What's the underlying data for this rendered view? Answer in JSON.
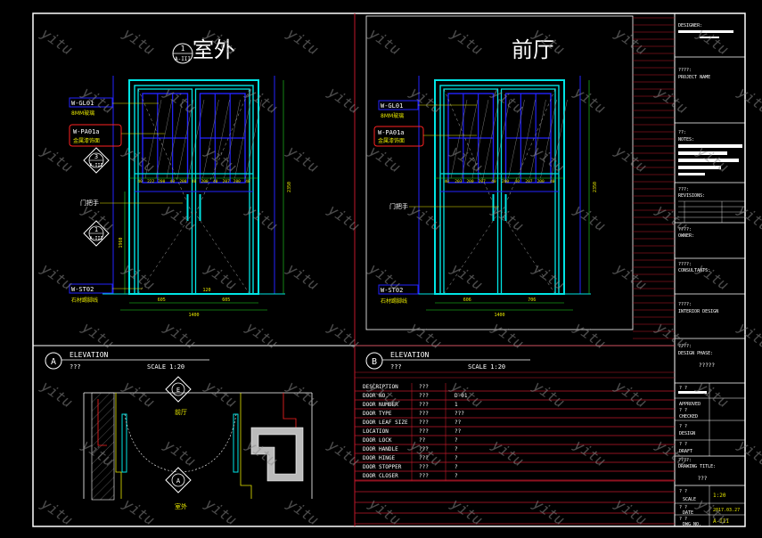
{
  "colors": {
    "background": "#000000",
    "frame": "#ffffff",
    "grid": "#c0182a",
    "door": "#00e5e5",
    "glass": "#2323ff",
    "dimension": "#22dd22",
    "tag": "#e8e800",
    "tag_red": "#ff2222",
    "watermark": "#8a8a8a"
  },
  "watermark": "yitu",
  "elevations": [
    {
      "heading": "室外",
      "section_marker": {
        "number": "1",
        "sheet": "A-III"
      },
      "tags": [
        {
          "code": "W-GL01",
          "desc": "8MM玻璃"
        },
        {
          "code": "W-PA01a",
          "desc": "金属漆饰面"
        },
        {
          "code": "门把手",
          "desc": ""
        },
        {
          "code": "W-ST02",
          "desc": "石材踢脚线"
        }
      ],
      "markers": [
        {
          "number": "3",
          "sheet": "A-III"
        },
        {
          "number": "1",
          "sheet": "A-III"
        }
      ],
      "dims": {
        "total_width": "1400",
        "left_leaf": "605",
        "right_leaf": "605",
        "height": "2350",
        "lower": "1960",
        "gap": "120"
      },
      "mullion_dims": [
        "40",
        "222",
        "200",
        "40",
        "200",
        "40",
        "200",
        "40",
        "207",
        "200",
        "40"
      ],
      "title": {
        "letter": "A",
        "label": "ELEVATION",
        "sub": "???",
        "scale": "SCALE 1:20"
      }
    },
    {
      "heading": "前厅",
      "tags": [
        {
          "code": "W-GL01",
          "desc": "8MM玻璃"
        },
        {
          "code": "W-PA01a",
          "desc": "金属漆饰面"
        },
        {
          "code": "门把手",
          "desc": ""
        },
        {
          "code": "W-ST02",
          "desc": "石材踢脚线"
        }
      ],
      "dims": {
        "total_width": "1400",
        "left_leaf": "606",
        "right_leaf": "706",
        "height": "2350"
      },
      "mullion_dims": [
        "40",
        "203",
        "200",
        "207",
        "40",
        "200",
        "40",
        "207",
        "200",
        "40"
      ],
      "title": {
        "letter": "B",
        "label": "ELEVATION",
        "sub": "???",
        "scale": "SCALE 1:20"
      }
    }
  ],
  "plan": {
    "marker_top": "E",
    "marker_bottom": "A",
    "label_top": "前厅",
    "label_bottom": "室外"
  },
  "schedule": {
    "rows": [
      {
        "label": "DESCRIPTION",
        "col1": "???",
        "col2": ""
      },
      {
        "label": "DOOR NO.",
        "col1": "???",
        "col2": "D-01"
      },
      {
        "label": "DOOR NUMBER",
        "col1": "???",
        "col2": "1"
      },
      {
        "label": "DOOR TYPE",
        "col1": "???",
        "col2": "???"
      },
      {
        "label": "DOOR LEAF SIZE",
        "col1": "???",
        "col2": "??"
      },
      {
        "label": "LOCATION",
        "col1": "???",
        "col2": "??"
      },
      {
        "label": "DOOR LOCK",
        "col1": "??",
        "col2": "?"
      },
      {
        "label": "DOOR HANDLE",
        "col1": "???",
        "col2": "?"
      },
      {
        "label": "DOOR HINGE",
        "col1": "???",
        "col2": "?"
      },
      {
        "label": "DOOR STOPPER",
        "col1": "???",
        "col2": "?"
      },
      {
        "label": "DOOR CLOSER",
        "col1": "???",
        "col2": "?"
      }
    ]
  },
  "titleblock": {
    "designer": "DESIGNER:",
    "project_code": "????:",
    "project_name": "PROJECT NAME",
    "notes_code": "??:",
    "notes": "NOTES:",
    "revisions_code": "???:",
    "revisions": "REVISIONS:",
    "owner_code": "????:",
    "owner": "OWNER:",
    "consultants_code": "????:",
    "consultants": "CONSULTANTS:",
    "interior_code": "????:",
    "interior": "INTERIOR DESIGN",
    "design_phase_code": "????:",
    "design_phase": "DESIGN PHASE:",
    "design_phase_value": "?????",
    "approved_code": "?  ?",
    "approved": "APPROVED",
    "checked_code": "?  ?",
    "checked": "CHECKED",
    "design_code": "?  ?",
    "design": "DESIGN",
    "draft_code": "?  ?",
    "draft": "DRAFT",
    "drawing_title_code": "????:",
    "drawing_title": "DRAWING TITLE:",
    "drawing_title_value": "???",
    "scale_code": "?  ?",
    "scale": "SCALE",
    "scale_value": "1:20",
    "date_code": "?  ?",
    "date": "DATE",
    "date_value": "2017.03.27",
    "drawing_no_code": "?  ?",
    "drawing_no": "DWG NO.",
    "drawing_no_value": "A-III"
  }
}
